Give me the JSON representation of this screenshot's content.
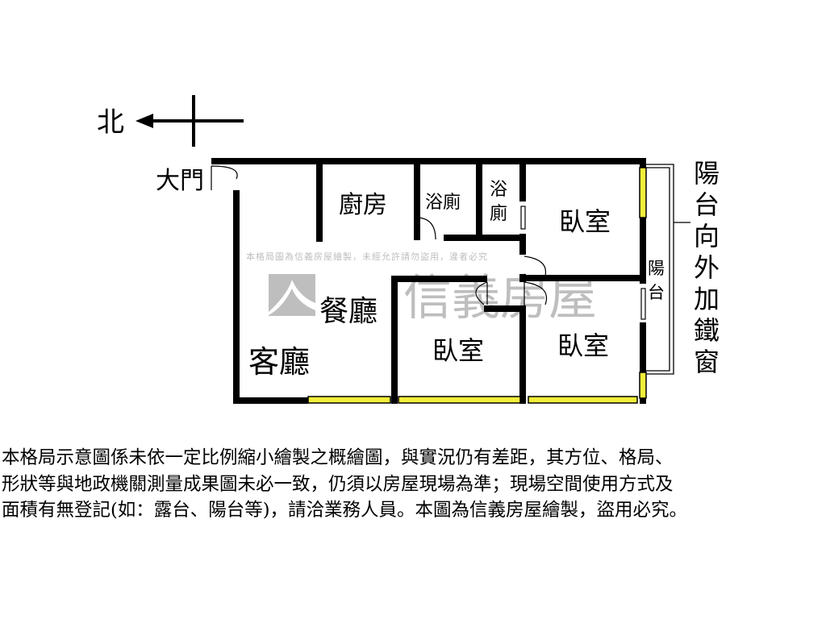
{
  "compass": {
    "north_label": "北"
  },
  "rooms": {
    "entrance": "大門",
    "kitchen": "廚房",
    "bathroom_1": "浴廁",
    "bathroom_2": [
      "浴",
      "廁"
    ],
    "bedroom_ne": "臥室",
    "dining": "餐廳",
    "living": "客廳",
    "bedroom_mid": "臥室",
    "bedroom_se": "臥室",
    "balcony": [
      "陽",
      "台"
    ]
  },
  "annotation": [
    "陽",
    "台",
    "向",
    "外",
    "加",
    "鐵",
    "窗"
  ],
  "watermark": {
    "brand": "信義房屋",
    "notice": "本格局圖為信義房屋繪製，未經允許請勿盜用，違者必究"
  },
  "disclaimer": [
    "本格局示意圖係未依一定比例縮小繪製之概繪圖，與實況仍有差距，其方位、格局、",
    "形狀等與地政機關測量成果圖未必一致，仍須以房屋現場為準；現場空間使用方式及",
    "面積有無登記(如：露台、陽台等)，請洽業務人員。本圖為信義房屋繪製，盜用必究。"
  ],
  "colors": {
    "wall": "#000000",
    "window": "#f2ee3a",
    "watermark": "#9a9a9a"
  }
}
